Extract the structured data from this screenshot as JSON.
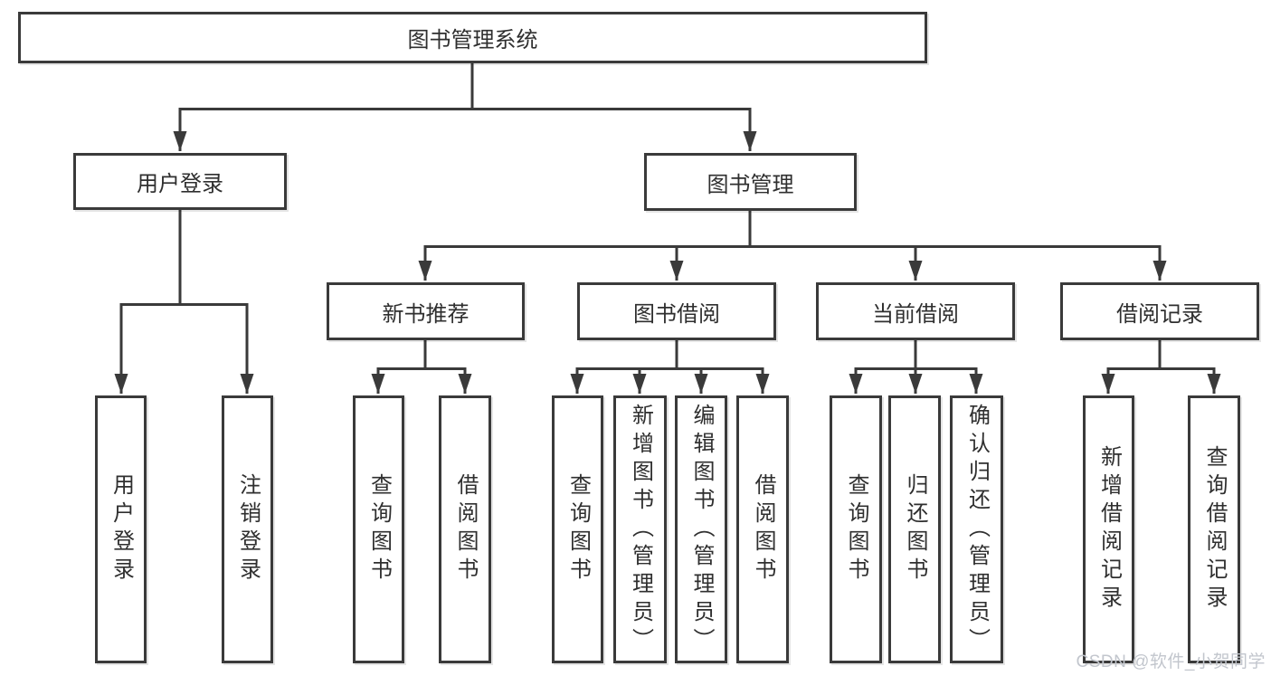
{
  "diagram": {
    "title": "图书管理系统",
    "nodes": {
      "root": "图书管理系统",
      "user_login": "用户登录",
      "book_management": "图书管理",
      "new_book_recommend": "新书推荐",
      "book_borrow": "图书借阅",
      "current_borrow": "当前借阅",
      "borrow_records": "借阅记录",
      "leaf_user_login": "用户登录",
      "leaf_logout": "注销登录",
      "leaf_query_books_recommend": "查询图书",
      "leaf_borrow_books_recommend": "借阅图书",
      "leaf_query_books_borrow": "查询图书",
      "leaf_add_book_admin": "新增图书（管理员）",
      "leaf_edit_book_admin": "编辑图书（管理员）",
      "leaf_borrow_books": "借阅图书",
      "leaf_query_books_current": "查询图书",
      "leaf_return_book": "归还图书",
      "leaf_confirm_return_admin": "确认归还（管理员）",
      "leaf_add_borrow_record": "新增借阅记录",
      "leaf_query_borrow_record": "查询借阅记录"
    }
  },
  "watermark": "CSDN @软件_小贺同学",
  "colors": {
    "background": "#ffffff",
    "line": "#3a3a3a",
    "box_border": "#3a3a3a",
    "box_fill": "#ffffff",
    "text": "#2f2f2f",
    "watermark": "#c2c6cd"
  }
}
